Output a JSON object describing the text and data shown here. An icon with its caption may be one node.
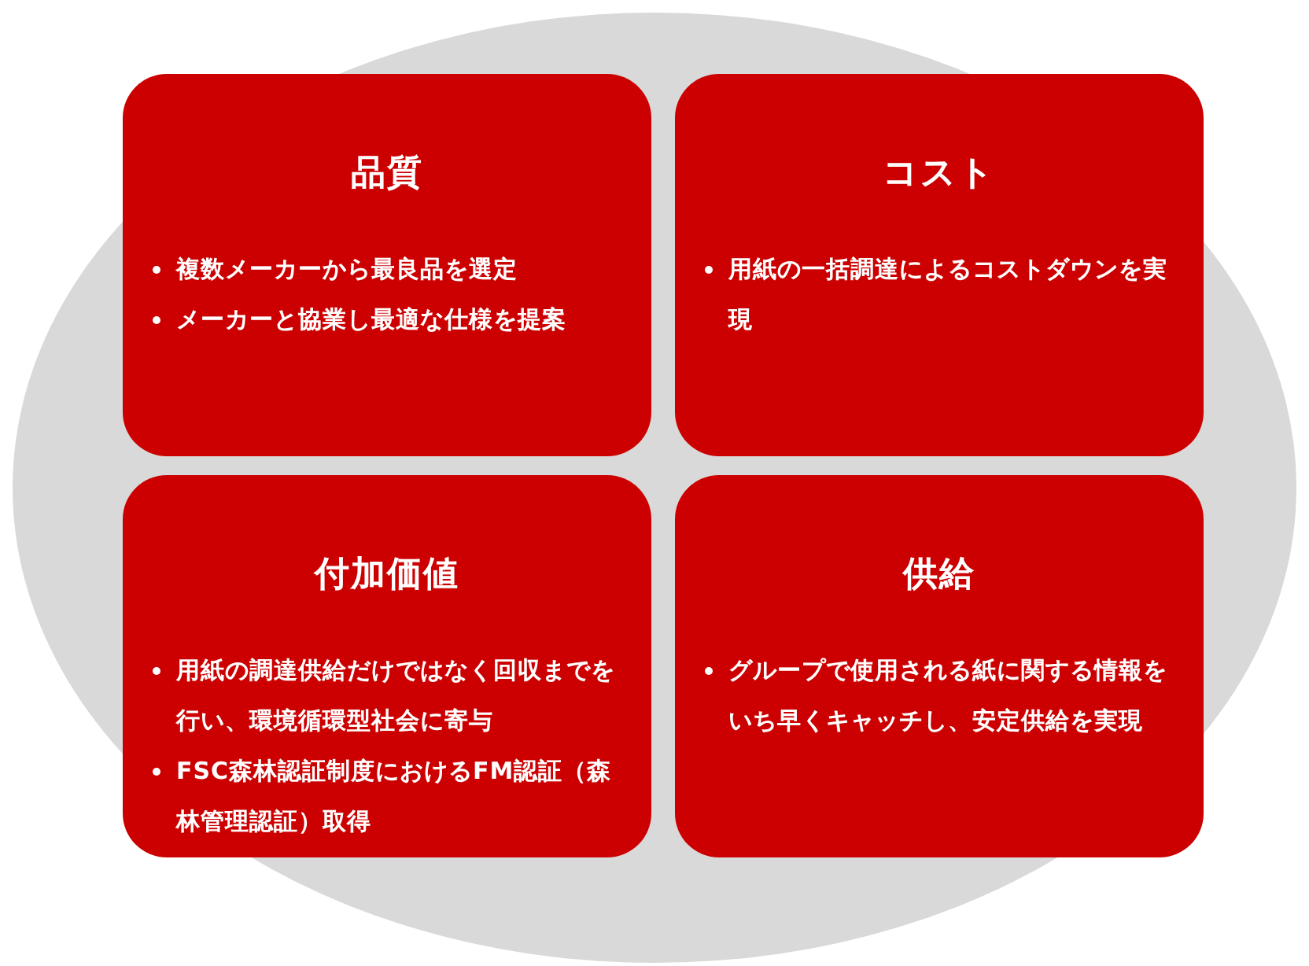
{
  "diagram": {
    "nodes": [
      {
        "text": [
          "品質",
          "複数メーカーから最良品を選定",
          "メーカーと協業し最適な仕様を提案"
        ]
      },
      {
        "text": [
          "コスト",
          "用紙の一括調達によるコストダウンを実現"
        ]
      },
      {
        "text": [
          "付加価値",
          "用紙の調達供給だけではなく回収までを行い、環境循環型社会に寄与",
          "FSC森林認証制度におけるFM認証（森林管理認証）取得"
        ]
      },
      {
        "text": [
          "供給",
          "グループで使用される紙に関する情報をいち早くキャッチし、安定供給を実現"
        ]
      }
    ]
  }
}
